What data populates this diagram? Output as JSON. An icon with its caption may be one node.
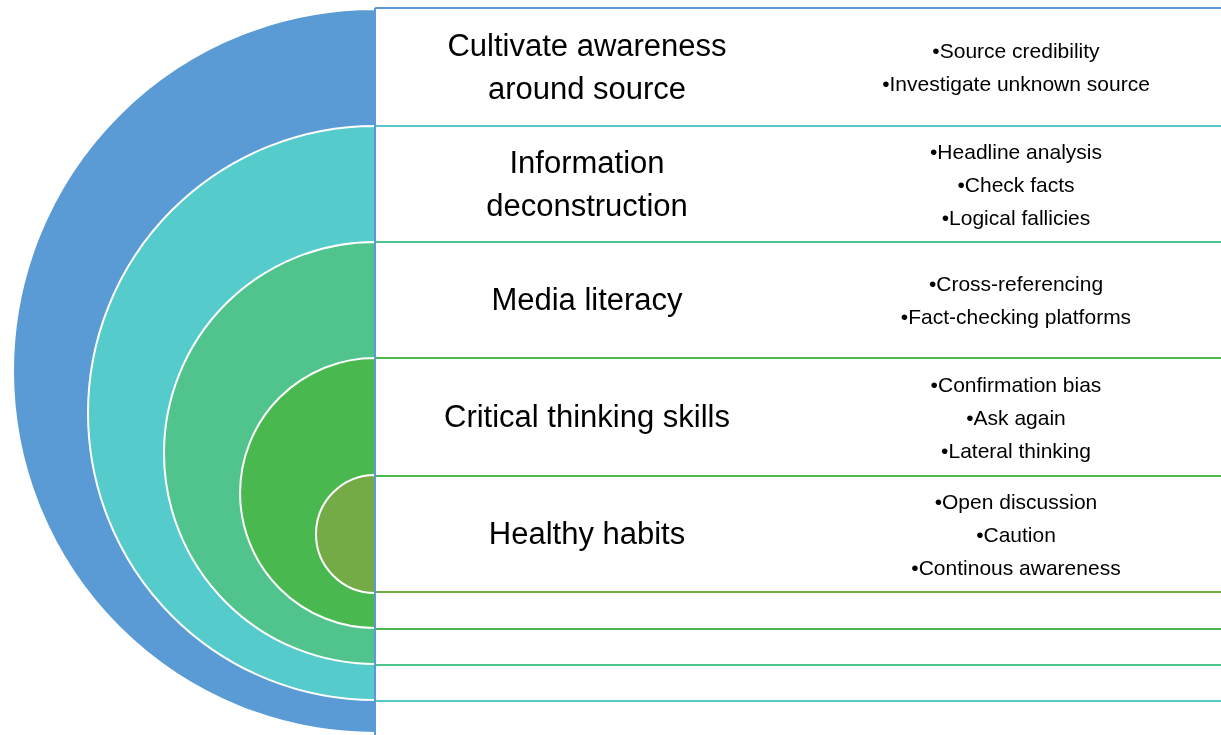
{
  "diagram": {
    "nodes": [
      {
        "text": [
          "Cultivate awareness around source",
          "•Source credibility",
          "•Investigate unknown source"
        ]
      },
      {
        "text": [
          "Information deconstruction",
          "•Headline analysis",
          "•Check facts",
          "•Logical fallicies"
        ]
      },
      {
        "text": [
          "Media literacy",
          "•Cross-referencing",
          "•Fact-checking platforms"
        ]
      },
      {
        "text": [
          "Critical thinking skills",
          "•Confirmation bias",
          "•Ask again",
          "•Lateral thinking"
        ]
      },
      {
        "text": [
          "Healthy habits",
          "•Open discussion",
          "•Caution",
          "•Continous awareness"
        ]
      }
    ]
  }
}
